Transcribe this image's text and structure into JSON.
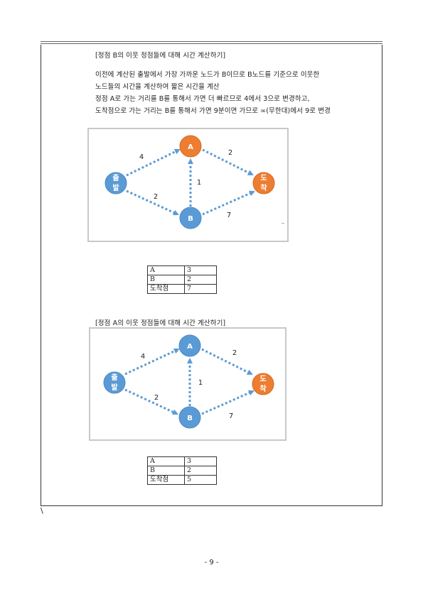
{
  "section1": {
    "heading": "[정점 B의 이웃 정점들에 대해 시간 계산하기]",
    "lines": [
      "이전에 계산된 출발에서 가장 가까운 노드가 B이므로 B노드를 기준으로 이웃한",
      "노드들의 시간을 계산하여 짧은 시간을 계산",
      "정점 A로 가는 거리를 B를 통해서 가면 더 빠르므로 4에서 3으로 변경하고,",
      "도착점으로 가는 거리는 B를 통해서 가면 9분이면 가므로 ∞(무한대)에서 9로 변경"
    ],
    "graph": {
      "nodes": {
        "start": "출\n발",
        "a": "A",
        "b": "B",
        "end": "도\n착"
      },
      "edges": {
        "start_a": "4",
        "start_b": "2",
        "b_a": "1",
        "a_end": "2",
        "b_end": "7"
      },
      "mark": "–"
    },
    "table": [
      {
        "key": "A",
        "value": "3"
      },
      {
        "key": "B",
        "value": "2"
      },
      {
        "key": "도착점",
        "value": "7"
      }
    ]
  },
  "section2": {
    "heading": "[정점 A의 이웃 정점들에 대해 시간 계산하기]",
    "graph": {
      "nodes": {
        "start": "출\n발",
        "a": "A",
        "b": "B",
        "end": "도\n착"
      },
      "edges": {
        "start_a": "4",
        "start_b": "2",
        "b_a": "1",
        "a_end": "2",
        "b_end": "7"
      }
    },
    "table": [
      {
        "key": "A",
        "value": "3"
      },
      {
        "key": "B",
        "value": "2"
      },
      {
        "key": "도착점",
        "value": "5"
      }
    ]
  },
  "footer": {
    "stray_mark": "\\",
    "page_number": "- 9 -"
  },
  "colors": {
    "blue_node": "#5b9bd5",
    "orange_node": "#ed7d31",
    "edge": "#5b9bd5",
    "frame_border": "#c8c8c8"
  }
}
